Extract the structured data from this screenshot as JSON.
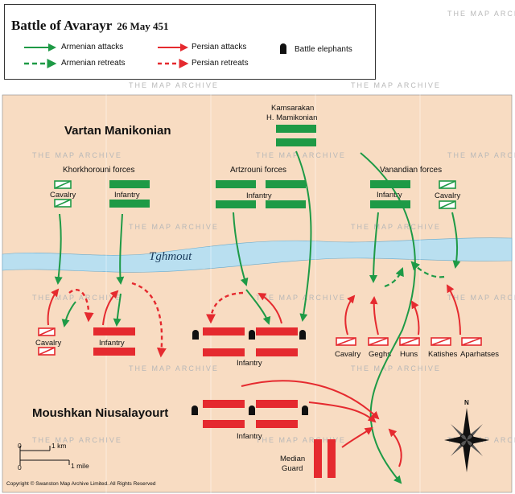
{
  "legend": {
    "title": "Battle of Avarayr",
    "date": "26 May 451",
    "armenian_attacks": "Armenian attacks",
    "armenian_retreats": "Armenian retreats",
    "persian_attacks": "Persian attacks",
    "persian_retreats": "Persian retreats",
    "battle_elephants": "Battle elephants"
  },
  "colors": {
    "armenian": "#1e9a46",
    "persian": "#e52a2f",
    "land": "#f8dcc2",
    "river": "#b9dff0"
  },
  "commanders": {
    "armenian": "Vartan Manikonian",
    "persian": "Moushkan Niusalayourt"
  },
  "river": {
    "name": "Tghmout"
  },
  "armenian_units": {
    "khorkhorouni": "Khorkhorouni forces",
    "khor_cavalry": "Cavalry",
    "khor_infantry": "Infantry",
    "kamsarakan_line1": "Kamsarakan",
    "kamsarakan_line2": "H. Mamikonian",
    "artzrouni": "Artzrouni forces",
    "artz_infantry": "Infantry",
    "vanandian": "Vanandian forces",
    "van_infantry": "Infantry",
    "van_cavalry": "Cavalry"
  },
  "persian_units": {
    "left_cavalry": "Cavalry",
    "left_infantry": "Infantry",
    "center_infantry": "Infantry",
    "right_cavalry": "Cavalry",
    "geghs": "Geghs",
    "huns": "Huns",
    "katishes": "Katishes",
    "aparhatses": "Aparhatses",
    "rear_infantry": "Infantry",
    "median_guard_line1": "Median",
    "median_guard_line2": "Guard"
  },
  "scale": {
    "km": "1 km",
    "mile": "1 mile",
    "zero_km": "0",
    "zero_mile": "0"
  },
  "compass": {
    "north": "N"
  },
  "watermark": "THE MAP ARCHIVE",
  "copyright": "Copyright © Swanston Map Archive Limited. All Rights Reserved"
}
